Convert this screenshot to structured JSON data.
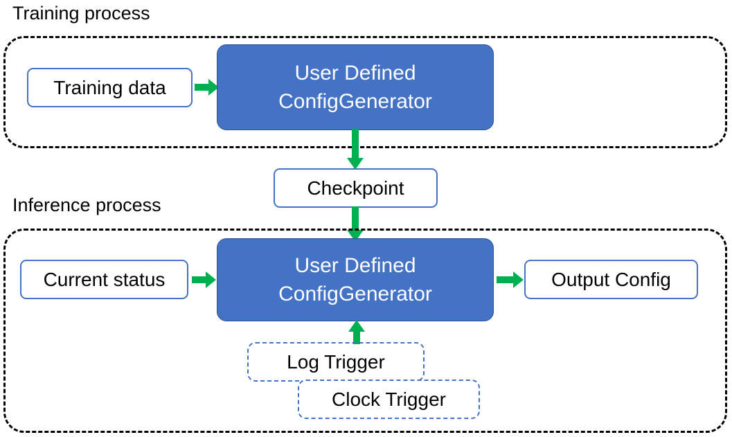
{
  "diagram": {
    "title_training": "Training process",
    "title_inference": "Inference process",
    "colors": {
      "process_fill": "#4472C4",
      "process_border": "#2F528F",
      "box_border": "#4472C4",
      "arrow": "#00B050",
      "container_border": "#000000",
      "text_light": "#FFFFFF",
      "text_dark": "#000000"
    }
  },
  "training": {
    "label": "Training process",
    "input_box": {
      "label": "Training data"
    },
    "process_box": {
      "line1": "User Defined",
      "line2": "ConfigGenerator"
    }
  },
  "checkpoint": {
    "label": "Checkpoint"
  },
  "inference": {
    "label": "Inference process",
    "input_box": {
      "label": "Current status"
    },
    "process_box": {
      "line1": "User Defined",
      "line2": "ConfigGenerator"
    },
    "output_box": {
      "label": "Output Config"
    },
    "triggers": [
      {
        "label": "Log Trigger"
      },
      {
        "label": "Clock Trigger"
      }
    ]
  },
  "arrows": [
    {
      "name": "training-data-to-process",
      "direction": "right"
    },
    {
      "name": "training-process-to-checkpoint",
      "direction": "down"
    },
    {
      "name": "checkpoint-to-inference-process",
      "direction": "down"
    },
    {
      "name": "current-status-to-process",
      "direction": "right"
    },
    {
      "name": "process-to-output-config",
      "direction": "right"
    },
    {
      "name": "triggers-to-process",
      "direction": "up"
    }
  ]
}
